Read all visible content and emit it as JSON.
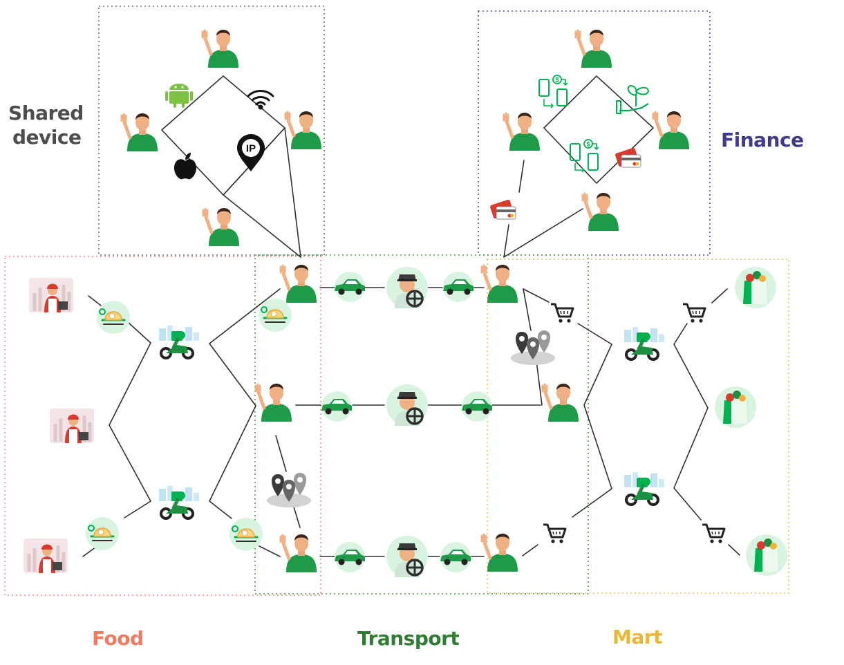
{
  "labels": {
    "shared_device": [
      "Shared",
      "device"
    ],
    "finance": "Finance",
    "food": "Food",
    "transport": "Transport",
    "mart": "Mart"
  },
  "colors": {
    "shared_device": "#4d4d4d",
    "finance": "#3e3a8c",
    "food": "#f07a62",
    "transport": "#2e7d32",
    "mart": "#e9b73a",
    "food_border": "#f0857a",
    "transport_border": "#4c9a43",
    "mart_border": "#e7c154",
    "shared_border": "#6b6b6b",
    "finance_border": "#4a4a9a",
    "edge": "#2f2f2f",
    "accent_green": "#00b14f",
    "circle_bg": "#d9f3e1"
  },
  "icons": {
    "user": "waving-user-icon",
    "merchant": "food-merchant-icon",
    "food_order": "food-order-icon",
    "delivery": "delivery-bike-icon",
    "car": "car-icon",
    "driver": "driver-icon",
    "location": "location-pins-icon",
    "cart": "shopping-cart-icon",
    "grocery": "grocery-bag-icon",
    "android": "android-icon",
    "apple": "apple-icon",
    "wifi": "wifi-icon",
    "ip": "ip-address-icon",
    "payment": "mobile-payment-icon",
    "card": "credit-card-icon",
    "plant": "investment-plant-icon"
  },
  "ip_badge_text": "IP",
  "money_symbol": "$"
}
